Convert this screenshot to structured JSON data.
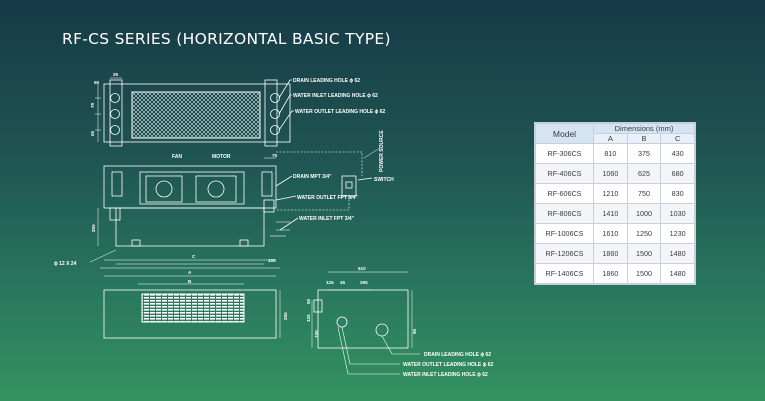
{
  "title": "RF-CS SERIES (HORIZONTAL BASIC TYPE)",
  "drawing": {
    "callouts": {
      "drain_top": "DRAIN LEADING HOLE ϕ 62",
      "water_inlet_top": "WATER INLET LEADING HOLE ϕ 62",
      "water_outlet_top": "WATER OUTLET LEADING HOLE ϕ 62",
      "power_source": "POWER SOURCE",
      "fan": "FAN",
      "motor": "MOTOR",
      "switch": "SWITCH",
      "drain_mpt": "DRAIN MPT 3/4\"",
      "water_outlet_fpt": "WATER OUTLET FPT 3/4\"",
      "water_inlet_fpt": "WATER INLET FPT 3/4\"",
      "mount_hole": "ϕ 12 X 24",
      "drain_side": "DRAIN LEADING HOLE ϕ 62",
      "water_outlet_side": "WATER OUTLET LEADING HOLE ϕ 62",
      "water_inlet_side": "WATER INLET LEADING HOLE ϕ 62"
    },
    "dims": {
      "d25": "25",
      "d50": "50",
      "d79": "79",
      "d55": "55",
      "d75": "75",
      "d255": "255",
      "c": "C",
      "d100": "100",
      "a": "A",
      "b": "B",
      "d510": "510",
      "d125": "125",
      "d45": "45",
      "d295": "295",
      "d50b": "50",
      "d265": "265",
      "d125b": "125",
      "d150": "150",
      "d90": "90"
    }
  },
  "table": {
    "model_header": "Model",
    "dimensions_header": "Dimensions (mm)",
    "sub_headers": [
      "A",
      "B",
      "C"
    ],
    "rows": [
      {
        "model": "RF-306CS",
        "a": "810",
        "b": "375",
        "c": "430"
      },
      {
        "model": "RF-406CS",
        "a": "1060",
        "b": "625",
        "c": "680"
      },
      {
        "model": "RF-606CS",
        "a": "1210",
        "b": "750",
        "c": "830"
      },
      {
        "model": "RF-806CS",
        "a": "1410",
        "b": "1000",
        "c": "1030"
      },
      {
        "model": "RF-1006CS",
        "a": "1610",
        "b": "1250",
        "c": "1230"
      },
      {
        "model": "RF-1206CS",
        "a": "1860",
        "b": "1500",
        "c": "1480"
      },
      {
        "model": "RF-1406CS",
        "a": "1860",
        "b": "1500",
        "c": "1480"
      }
    ]
  }
}
